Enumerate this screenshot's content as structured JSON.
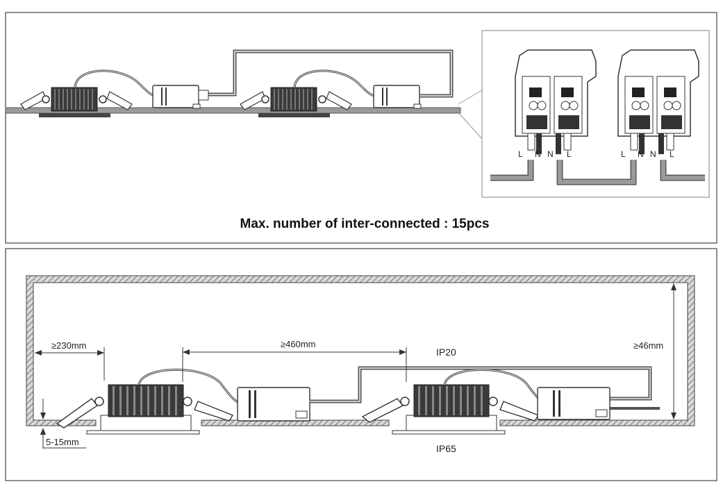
{
  "top_panel": {
    "caption": "Max. number of inter-connected : 15pcs",
    "terminal_labels": {
      "left_block": [
        "L",
        "N",
        "N",
        "L"
      ],
      "right_block": [
        "L",
        "N",
        "N",
        "L"
      ]
    }
  },
  "bottom_panel": {
    "dim_side": "≥230mm",
    "dim_between": "≥460mm",
    "dim_height": "≥46mm",
    "dim_ceiling": "5-15mm",
    "zone_above": "IP20",
    "zone_below": "IP65"
  },
  "colors": {
    "line": "#333333",
    "cable": "#8a8a8a",
    "ceiling": "#888888",
    "frame": "#555555"
  }
}
